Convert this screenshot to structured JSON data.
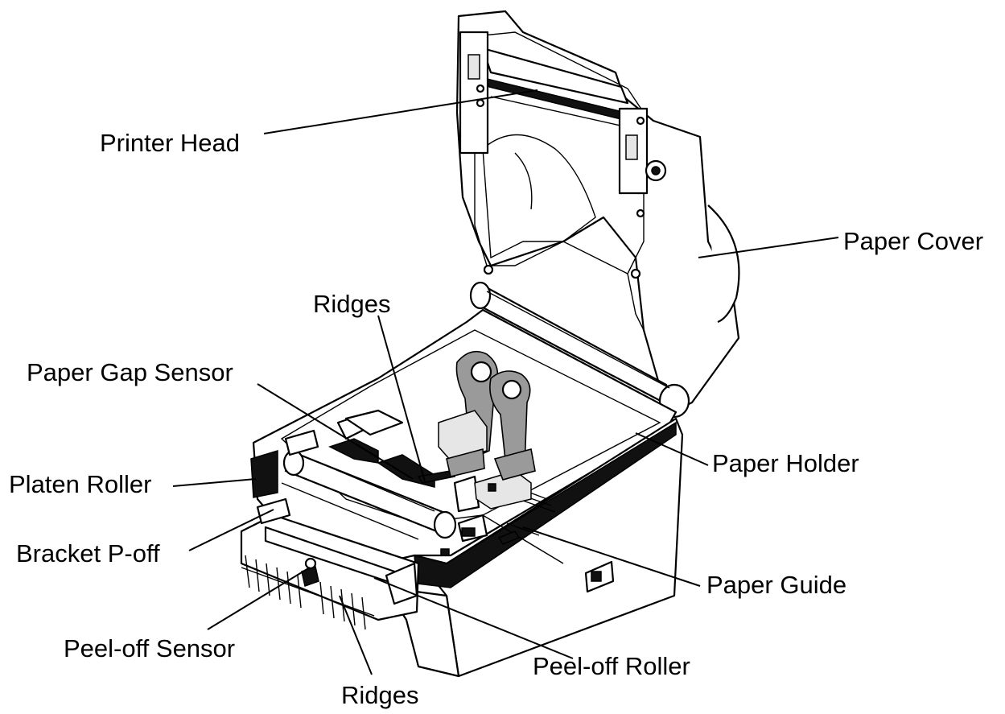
{
  "labels": {
    "printer_head": "Printer Head",
    "paper_cover": "Paper Cover",
    "ridges_top": "Ridges",
    "paper_gap_sensor": "Paper Gap Sensor",
    "platen_roller": "Platen Roller",
    "paper_holder": "Paper Holder",
    "bracket_poff": "Bracket P-off",
    "paper_guide": "Paper Guide",
    "peel_off_sensor": "Peel-off Sensor",
    "peel_off_roller": "Peel-off Roller",
    "ridges_bottom": "Ridges"
  }
}
